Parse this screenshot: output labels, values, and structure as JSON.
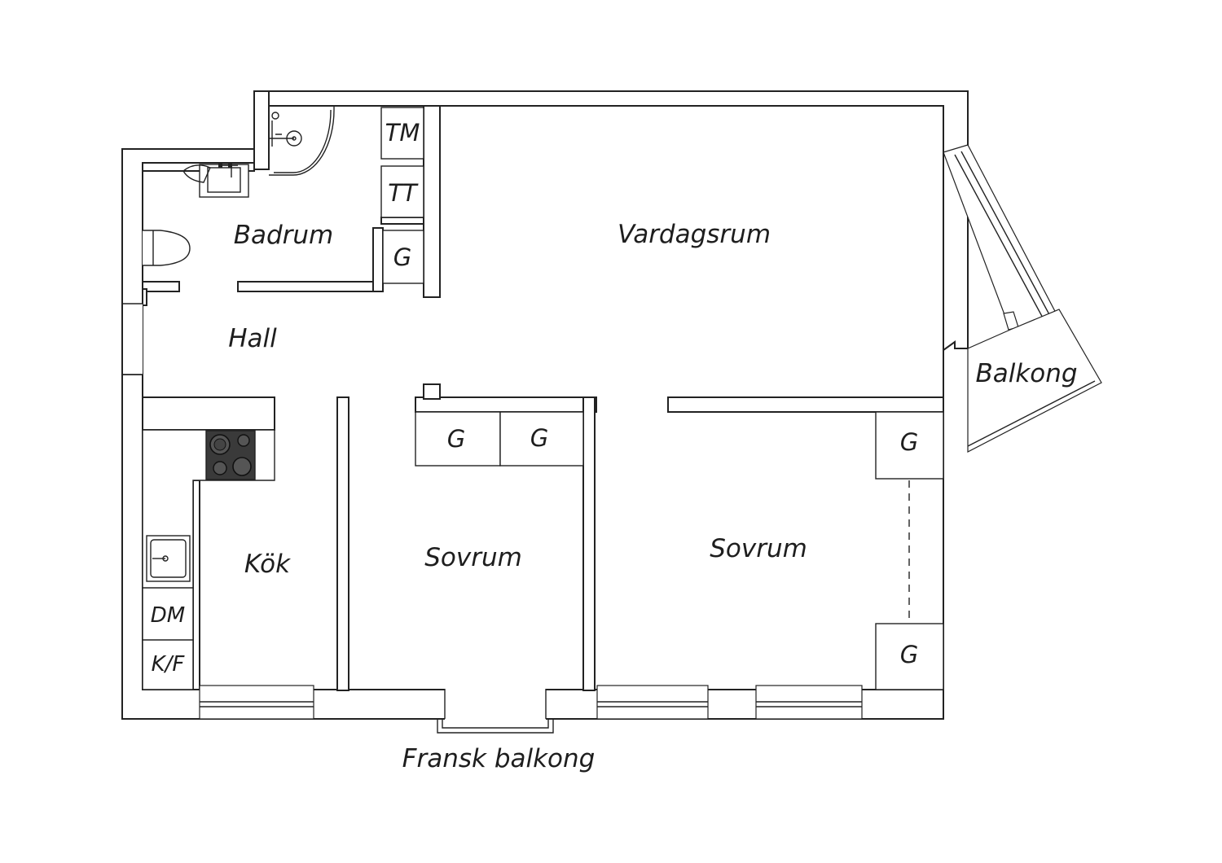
{
  "rooms": {
    "badrum": "Badrum",
    "vardagsrum": "Vardagsrum",
    "hall": "Hall",
    "balkong": "Balkong",
    "kok": "Kök",
    "sovrum_1": "Sovrum",
    "sovrum_2": "Sovrum",
    "fransk_balkong": "Fransk balkong"
  },
  "fixtures": {
    "tm": "TM",
    "tt": "TT",
    "closet_bath": "G",
    "closet_bed1_a": "G",
    "closet_bed1_b": "G",
    "closet_bed2_top": "G",
    "closet_bed2_bottom": "G",
    "dm": "DM",
    "kf": "K/F"
  },
  "colors": {
    "line": "#222222",
    "background": "#ffffff",
    "stove": "#3a3a3a"
  }
}
